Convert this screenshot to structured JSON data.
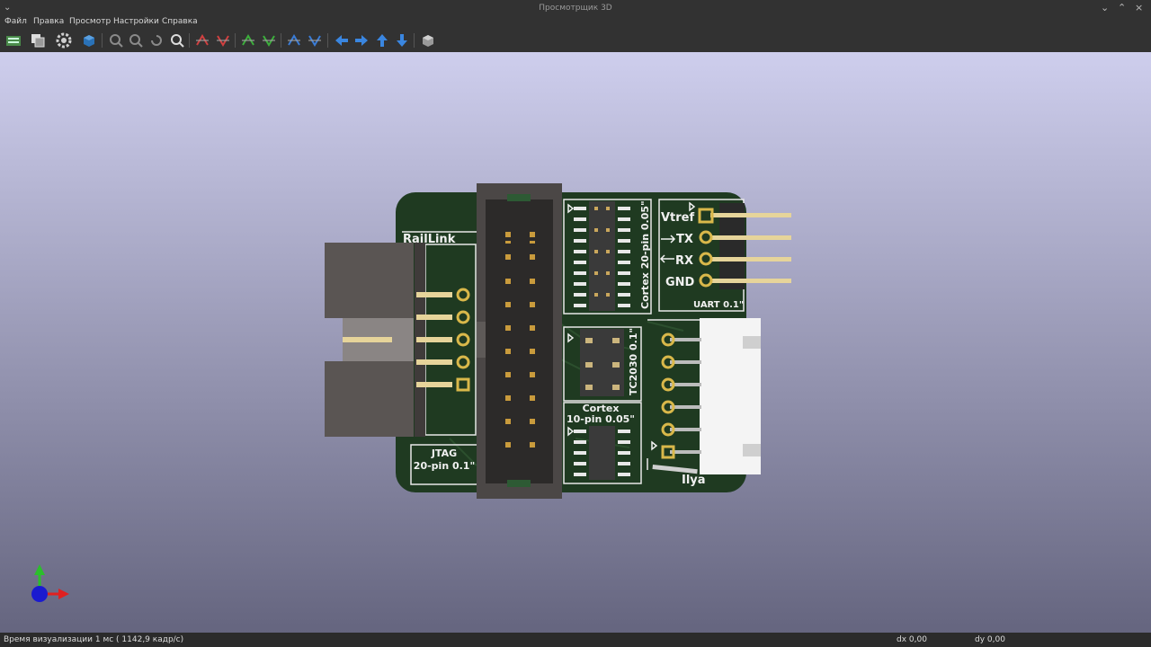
{
  "window": {
    "title": "Просмотрщик 3D",
    "menu_glyph": "⌄",
    "controls": [
      "⌄",
      "⌃",
      "×"
    ]
  },
  "menu": [
    "Файл",
    "Правка",
    "Просмотр",
    "Настройки",
    "Справка"
  ],
  "toolbar": {
    "buttons": [
      "reload-board-icon",
      "copy-image-icon",
      "settings-gear-icon",
      "raytracing-icon",
      "zoom-in-icon",
      "zoom-out-icon",
      "redraw-icon",
      "zoom-fit-icon",
      "rotate-x-cw-icon",
      "rotate-x-ccw-icon",
      "rotate-y-cw-icon",
      "rotate-y-ccw-icon",
      "rotate-z-cw-icon",
      "rotate-z-ccw-icon",
      "move-left-icon",
      "move-right-icon",
      "move-up-icon",
      "move-down-icon",
      "ortho-view-icon"
    ]
  },
  "board": {
    "colors": {
      "pcb": "#1f3a21",
      "silk": "#f1f1f1",
      "gold": "#d9b84a",
      "header": "#3a3a3a"
    },
    "labels": {
      "brand": "RailLink",
      "jtag_1": "JTAG",
      "jtag_2": "20-pin 0.1\"",
      "cortex20": "Cortex 20-pin 0.05\"",
      "tc2030": "TC2030 0.1\"",
      "cortex10_1": "Cortex",
      "cortex10_2": "10-pin 0.05\"",
      "uart": "UART 0.1\"",
      "vtref": "Vtref",
      "tx": "TX",
      "rx": "RX",
      "gnd": "GND",
      "author": "Ilya"
    }
  },
  "status": {
    "render_time": "Время визуализации 1 мс ( 1142,9 кадр/с)",
    "dx": "dx 0,00",
    "dy": "dy 0,00"
  }
}
